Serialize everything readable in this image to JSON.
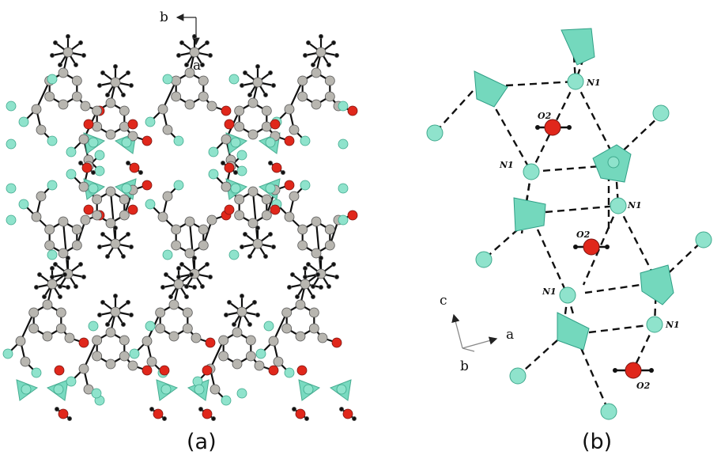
{
  "figure": {
    "panel_a_label": "(a)",
    "panel_b_label": "(b)"
  },
  "panel_a": {
    "axis_b_label": "b",
    "axis_a_label": "a"
  },
  "panel_b": {
    "axis_c_label": "c",
    "axis_a_label": "a",
    "axis_b_label": "b",
    "n1_labels": [
      "N1",
      "N1",
      "N1",
      "N1",
      "N1"
    ],
    "o2_labels": [
      "O2",
      "O2",
      "O2"
    ]
  },
  "colors": {
    "carbon": "#b8b6b0",
    "oxygen": "#e0271b",
    "nitrogen": "#8fe3cc",
    "polyhedron": "#72d9bd",
    "bond": "#111111"
  }
}
